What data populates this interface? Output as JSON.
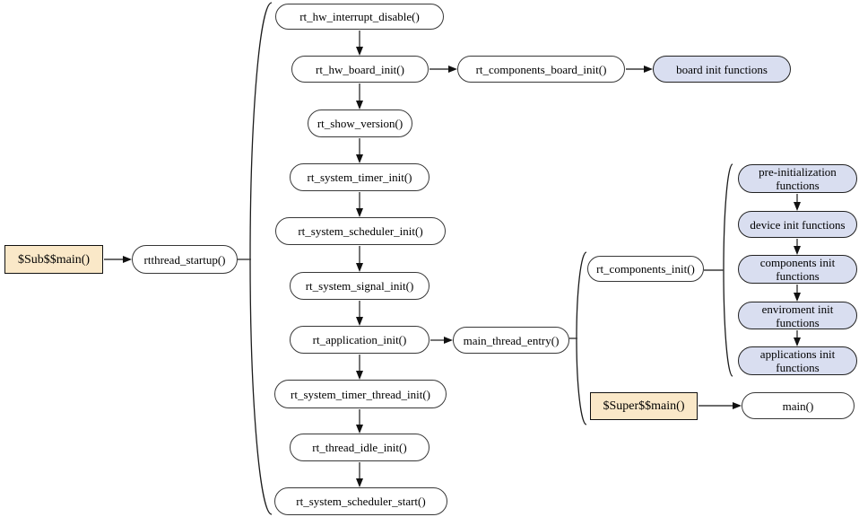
{
  "colors": {
    "highlight_fill": "#fae8c8",
    "blue_fill": "#d9def0",
    "node_border": "#383838",
    "edge": "#3a3a3a",
    "brace": "#1c1c1c",
    "arrow": "#111111"
  },
  "nodes": {
    "sub_main": {
      "label": "$Sub$$main()"
    },
    "rtthread_startup": {
      "label": "rtthread_startup()"
    },
    "hw_interrupt_disable": {
      "label": "rt_hw_interrupt_disable()"
    },
    "hw_board_init": {
      "label": "rt_hw_board_init()"
    },
    "components_board_init": {
      "label": "rt_components_board_init()"
    },
    "board_init_functions": {
      "label": "board init functions"
    },
    "show_version": {
      "label": "rt_show_version()"
    },
    "system_timer_init": {
      "label": "rt_system_timer_init()"
    },
    "system_scheduler_init": {
      "label": "rt_system_scheduler_init()"
    },
    "system_signal_init": {
      "label": "rt_system_signal_init()"
    },
    "application_init": {
      "label": "rt_application_init()"
    },
    "system_timer_thread_init": {
      "label": "rt_system_timer_thread_init()"
    },
    "thread_idle_init": {
      "label": "rt_thread_idle_init()"
    },
    "system_scheduler_start": {
      "label": "rt_system_scheduler_start()"
    },
    "main_thread_entry": {
      "label": "main_thread_entry()"
    },
    "components_init": {
      "label": "rt_components_init()"
    },
    "pre_initialization_functions": {
      "label": "pre-initialization functions"
    },
    "device_init_functions": {
      "label": "device init functions"
    },
    "components_init_functions": {
      "label": "components init functions"
    },
    "enviroment_init_functions": {
      "label": "enviroment init functions"
    },
    "applications_init_functions": {
      "label": "applications init functions"
    },
    "super_main": {
      "label": "$Super$$main()"
    },
    "main_fn": {
      "label": "main()"
    }
  }
}
